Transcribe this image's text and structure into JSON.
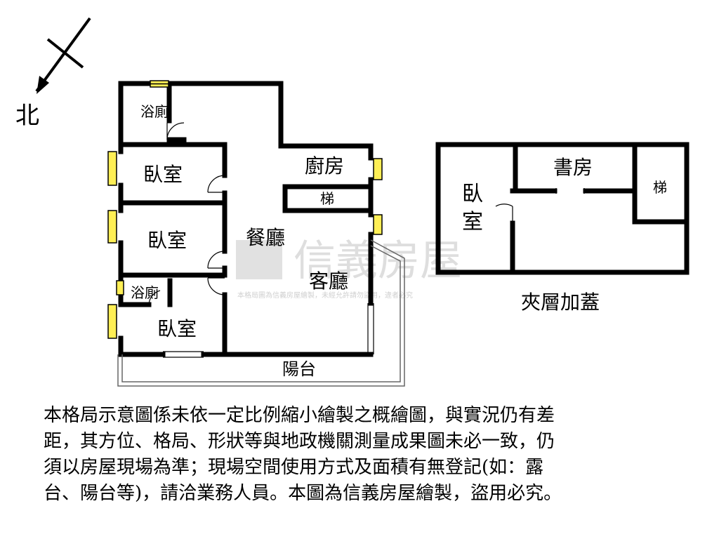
{
  "compass": {
    "label": "北"
  },
  "main_floor": {
    "rooms": {
      "bath_top": "浴廁",
      "bedroom_1": "臥室",
      "bedroom_2": "臥室",
      "bath_lower": "浴廁",
      "bedroom_3": "臥室",
      "kitchen": "廚房",
      "stair": "梯",
      "dining": "餐廳",
      "living": "客廳",
      "balcony": "陽台"
    }
  },
  "mezzanine": {
    "rooms": {
      "bedroom_a": "臥",
      "bedroom_b": "室",
      "study": "書房",
      "stair": "梯"
    },
    "caption": "夾層加蓋"
  },
  "watermark": {
    "brand": "信義房屋",
    "notice": "本格局圖為信義房屋繪製，未經允許請勿盜用，違者必究"
  },
  "disclaimer": {
    "lines": [
      "本格局示意圖係未依一定比例縮小繪製之概繪圖，與實況仍有差",
      "距，其方位、格局、形狀等與地政機關測量成果圖未必一致，仍",
      "須以房屋現場為準；現場空間使用方式及面積有無登記(如：露",
      "台、陽台等)，請洽業務人員。本圖為信義房屋繪製，盜用必究。"
    ]
  }
}
